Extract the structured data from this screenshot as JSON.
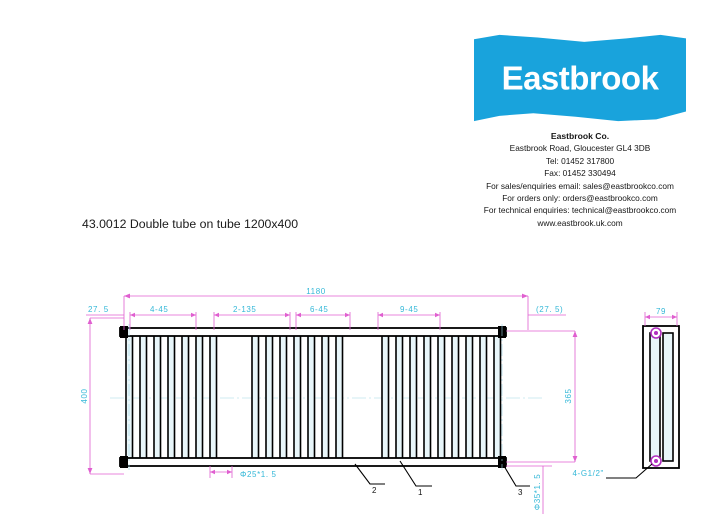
{
  "brand": {
    "logo_text": "Eastbrook",
    "logo_color": "#19a3dc"
  },
  "contact": {
    "company": "Eastbrook Co.",
    "address": "Eastbrook Road, Gloucester GL4 3DB",
    "tel": "Tel: 01452 317800",
    "fax": "Fax: 01452 330494",
    "sales": "For sales/enquiries email: sales@eastbrookco.com",
    "orders": "For orders only: orders@eastbrookco.com",
    "technical": "For technical enquiries: technical@eastbrookco.com",
    "website": "www.eastbrook.uk.com"
  },
  "drawing": {
    "title": "43.0012 Double tube on tube 1200x400",
    "dimension_color": "#35b8d8",
    "line_color": "#e05fd0",
    "dimensions": {
      "overall_width": "1180",
      "left_offset": "27. 5",
      "right_offset": "(27. 5)",
      "group_a": "4-45",
      "gap_1": "2-135",
      "group_b": "6-45",
      "group_c": "9-45",
      "overall_height": "400",
      "inner_height": "365",
      "tube_spec": "Φ25*1. 5",
      "manifold_spec": "Φ35*1. 5",
      "side_width": "79",
      "connection": "4-G1/2\""
    },
    "callouts": [
      {
        "label": "1"
      },
      {
        "label": "2"
      },
      {
        "label": "3"
      }
    ]
  }
}
